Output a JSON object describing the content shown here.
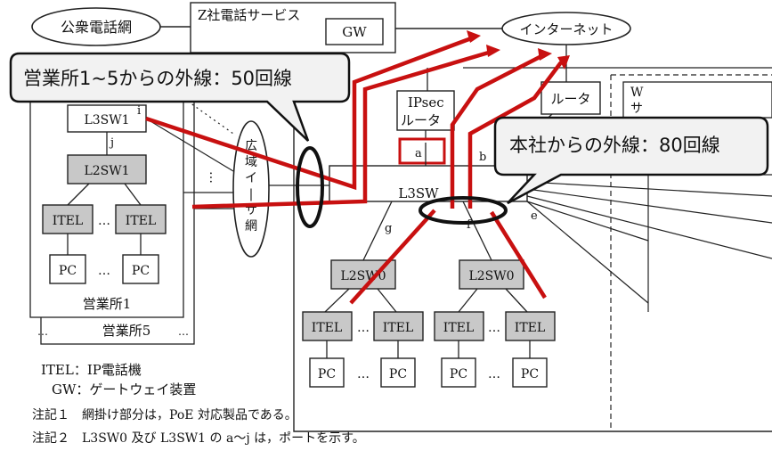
{
  "nodes": {
    "public_network": "公衆電話網",
    "z_service": "Z社電話サービス",
    "gw": "GW",
    "internet": "インターネット",
    "ipsec_router_l1": "IPsec",
    "ipsec_router_l2": "ルータ",
    "router": "ルータ",
    "w_partial_l1": "W",
    "w_partial_l2": "サ",
    "l3sw1": "L3SW1",
    "l2sw1": "L2SW1",
    "itel": "ITEL",
    "pc": "PC",
    "ellipsis": "…",
    "branch1": "営業所1",
    "branch5": "営業所5",
    "wan_l1": "広",
    "wan_l2": "域",
    "wan_l3": "イ",
    "wan_l4": "|",
    "wan_l5": "サ",
    "wan_l6": "網",
    "l3sw0": "L3SW",
    "l2sw0_left": "L2SW0",
    "l2sw0_right": "L2SW0"
  },
  "ports": {
    "a": "a",
    "b": "b",
    "e": "e",
    "f": "f",
    "g": "g",
    "i": "i",
    "j": "j"
  },
  "callouts": {
    "branches": "営業所1~5からの外線：50回線",
    "headquarters": "本社からの外線：80回線"
  },
  "legend": {
    "itel": "ITEL：IP電話機",
    "gw": "GW：ゲートウェイ装置",
    "note1": "注記１　網掛け部分は，PoE 対応製品である。",
    "note2": "注記２　L3SW0 及び L3SW1 の a～j は，ポートを示す。"
  },
  "colors": {
    "highlight_red": "#c81010",
    "shaded_box": "#c8c8c8",
    "line": "#222222",
    "callout_bg": "#f2f2f2"
  }
}
